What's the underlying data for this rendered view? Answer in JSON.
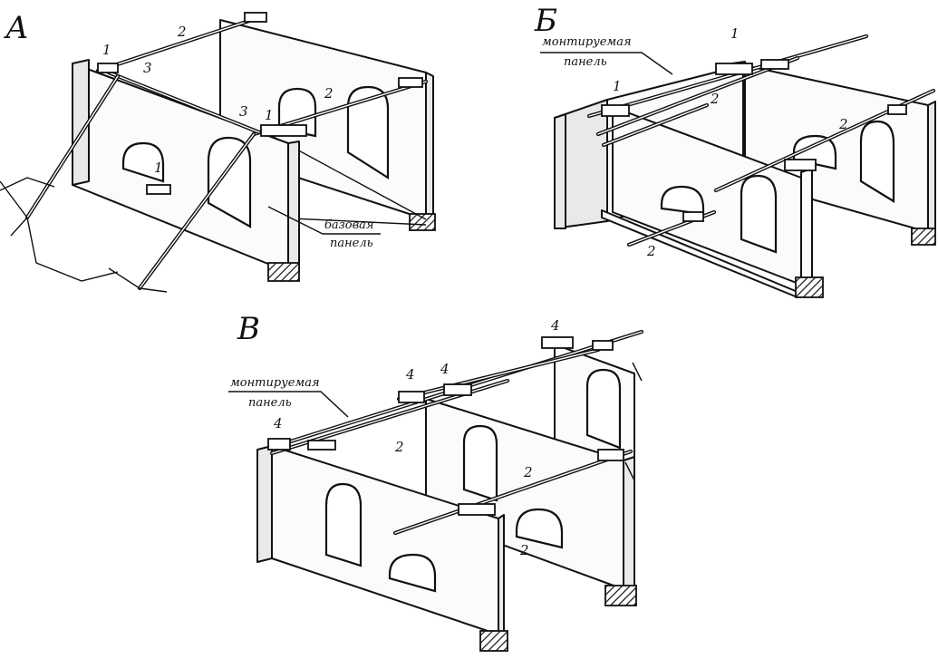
{
  "fragments": {
    "A": {
      "letter": "А",
      "base_panel_label": [
        "базовая",
        "панель"
      ],
      "numbers": [
        "1",
        "2",
        "3",
        "3",
        "1",
        "2",
        "1"
      ]
    },
    "B": {
      "letter": "Б",
      "mounted_panel_label": [
        "монтируемая",
        "панель"
      ],
      "numbers": [
        "1",
        "1",
        "2",
        "2",
        "2"
      ]
    },
    "V": {
      "letter": "В",
      "mounted_panel_label": [
        "монтируемая",
        "панель"
      ],
      "numbers": [
        "4",
        "4",
        "4",
        "4",
        "2",
        "2",
        "2"
      ]
    }
  }
}
